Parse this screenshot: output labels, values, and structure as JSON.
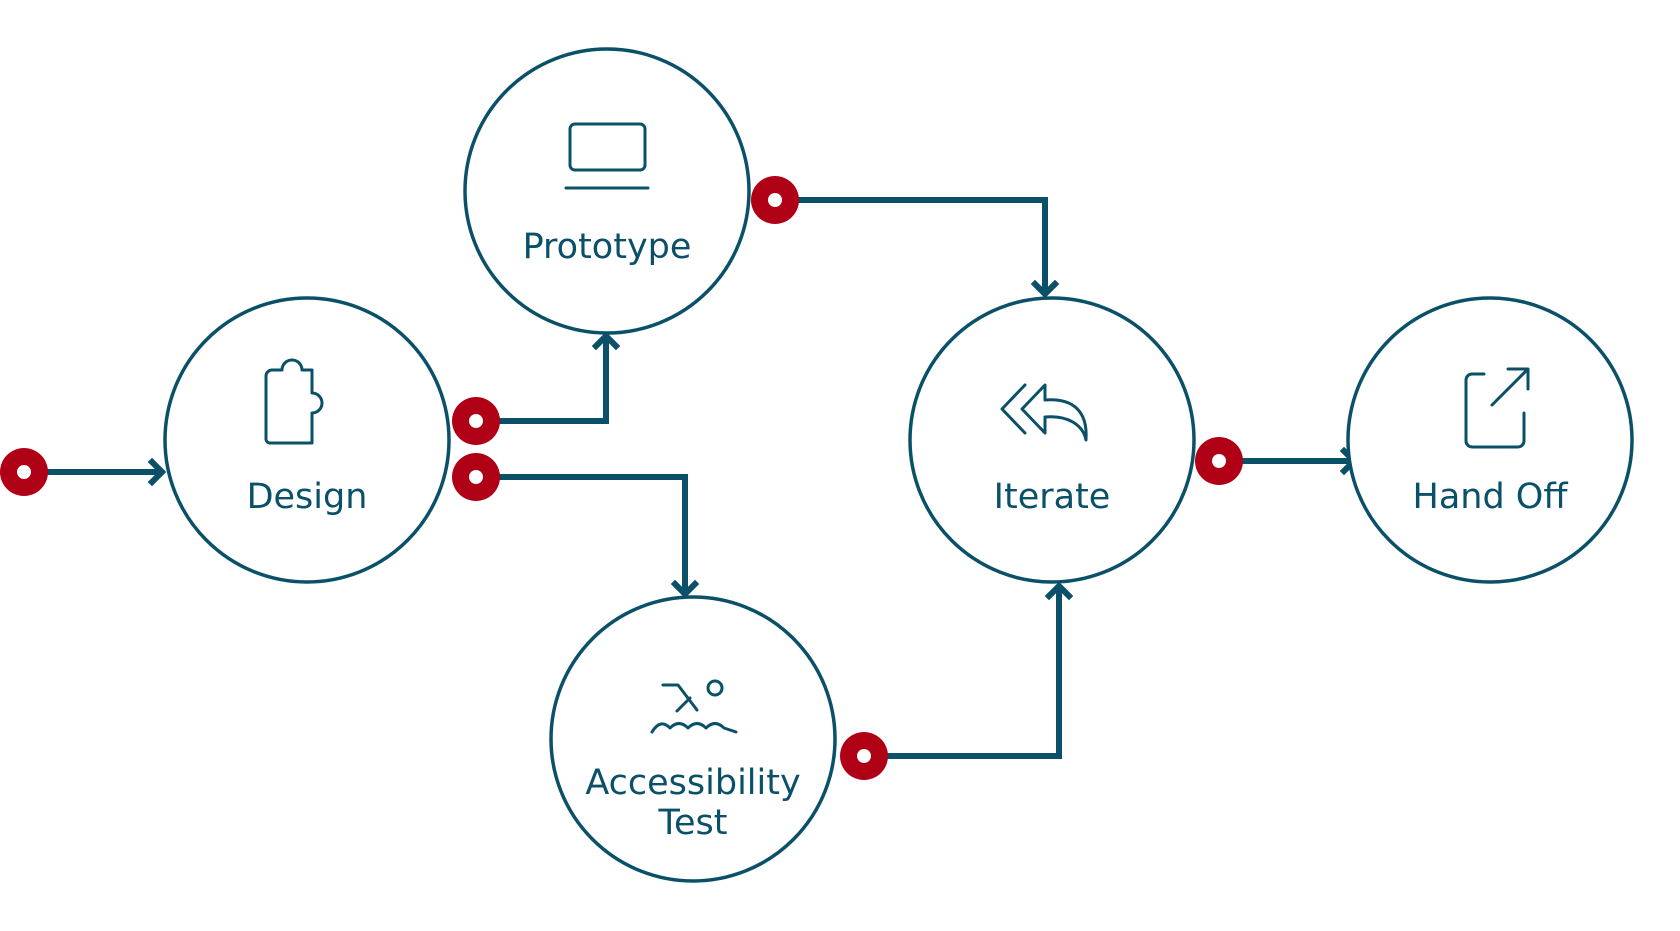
{
  "diagram": {
    "title": "Design process flow",
    "colors": {
      "node_stroke": "#0b5069",
      "connector_dot": "#b00015",
      "label": "#0b5069",
      "background": "#ffffff"
    },
    "nodes": [
      {
        "id": "design",
        "label": "Design",
        "icon": "puzzle-piece-icon"
      },
      {
        "id": "prototype",
        "label": "Prototype",
        "icon": "laptop-icon"
      },
      {
        "id": "accessibility",
        "label_line1": "Accessibility",
        "label_line2": "Test",
        "icon": "swimmer-icon"
      },
      {
        "id": "iterate",
        "label": "Iterate",
        "icon": "reply-all-icon"
      },
      {
        "id": "handoff",
        "label": "Hand Off",
        "icon": "external-link-icon"
      }
    ],
    "edges": [
      {
        "from": "start",
        "to": "design"
      },
      {
        "from": "design",
        "to": "prototype"
      },
      {
        "from": "design",
        "to": "accessibility"
      },
      {
        "from": "prototype",
        "to": "iterate"
      },
      {
        "from": "accessibility",
        "to": "iterate"
      },
      {
        "from": "iterate",
        "to": "handoff"
      }
    ]
  }
}
